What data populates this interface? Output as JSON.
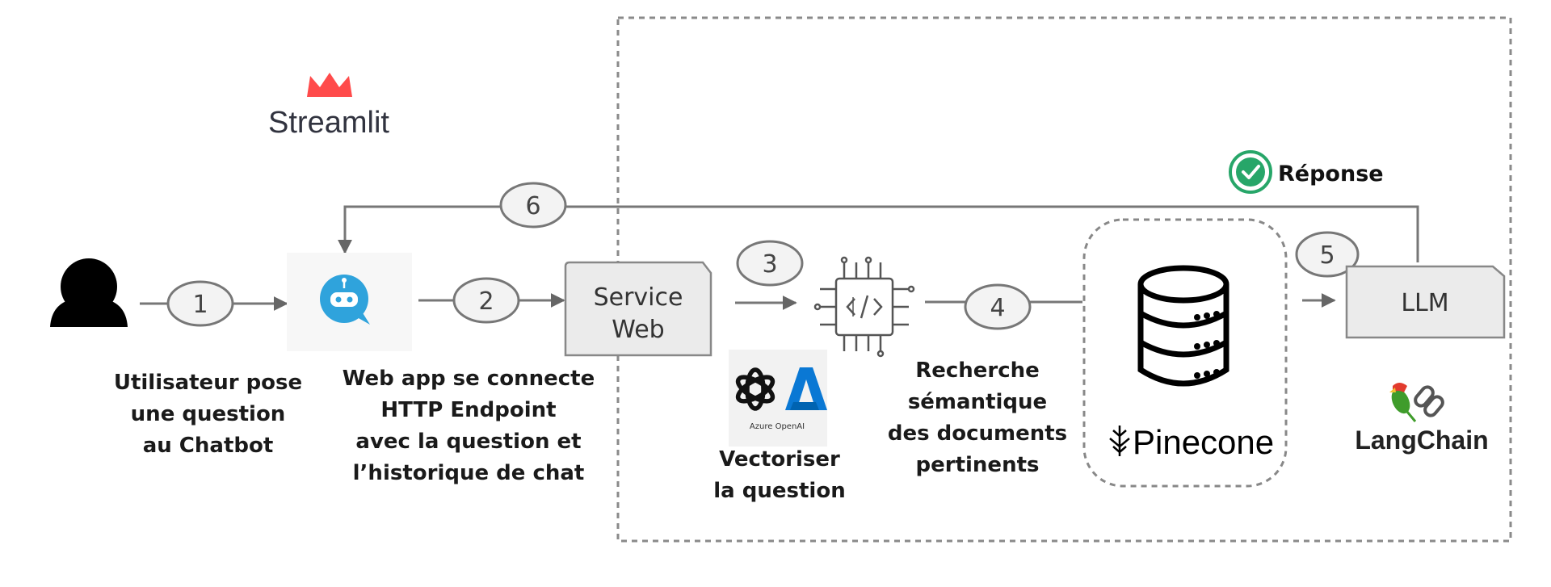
{
  "steps": [
    "1",
    "2",
    "3",
    "4",
    "5",
    "6"
  ],
  "nodes": {
    "service_web": [
      "Service",
      "Web"
    ],
    "llm": "LLM"
  },
  "logos": {
    "streamlit": "Streamlit",
    "azure_openai": "Azure OpenAI",
    "pinecone": "Pinecone",
    "langchain": "LangChain"
  },
  "response_label": "Réponse",
  "captions": {
    "user": [
      "Utilisateur pose",
      "une question",
      "au Chatbot"
    ],
    "webapp": [
      "Web app se connecte",
      "HTTP Endpoint",
      "avec la question et",
      "l’historique de chat"
    ],
    "vectorize": [
      "Vectoriser",
      "la question"
    ],
    "search": [
      "Recherche",
      "sémantique",
      "des documents",
      "pertinents"
    ]
  },
  "colors": {
    "streamlit_red": "#ff4b4b",
    "chatbot_blue": "#2fa3dc",
    "azure_blue": "#0a78d4",
    "check_green": "#27a669",
    "box_fill": "#ebebeb",
    "line_gray": "#777777"
  }
}
